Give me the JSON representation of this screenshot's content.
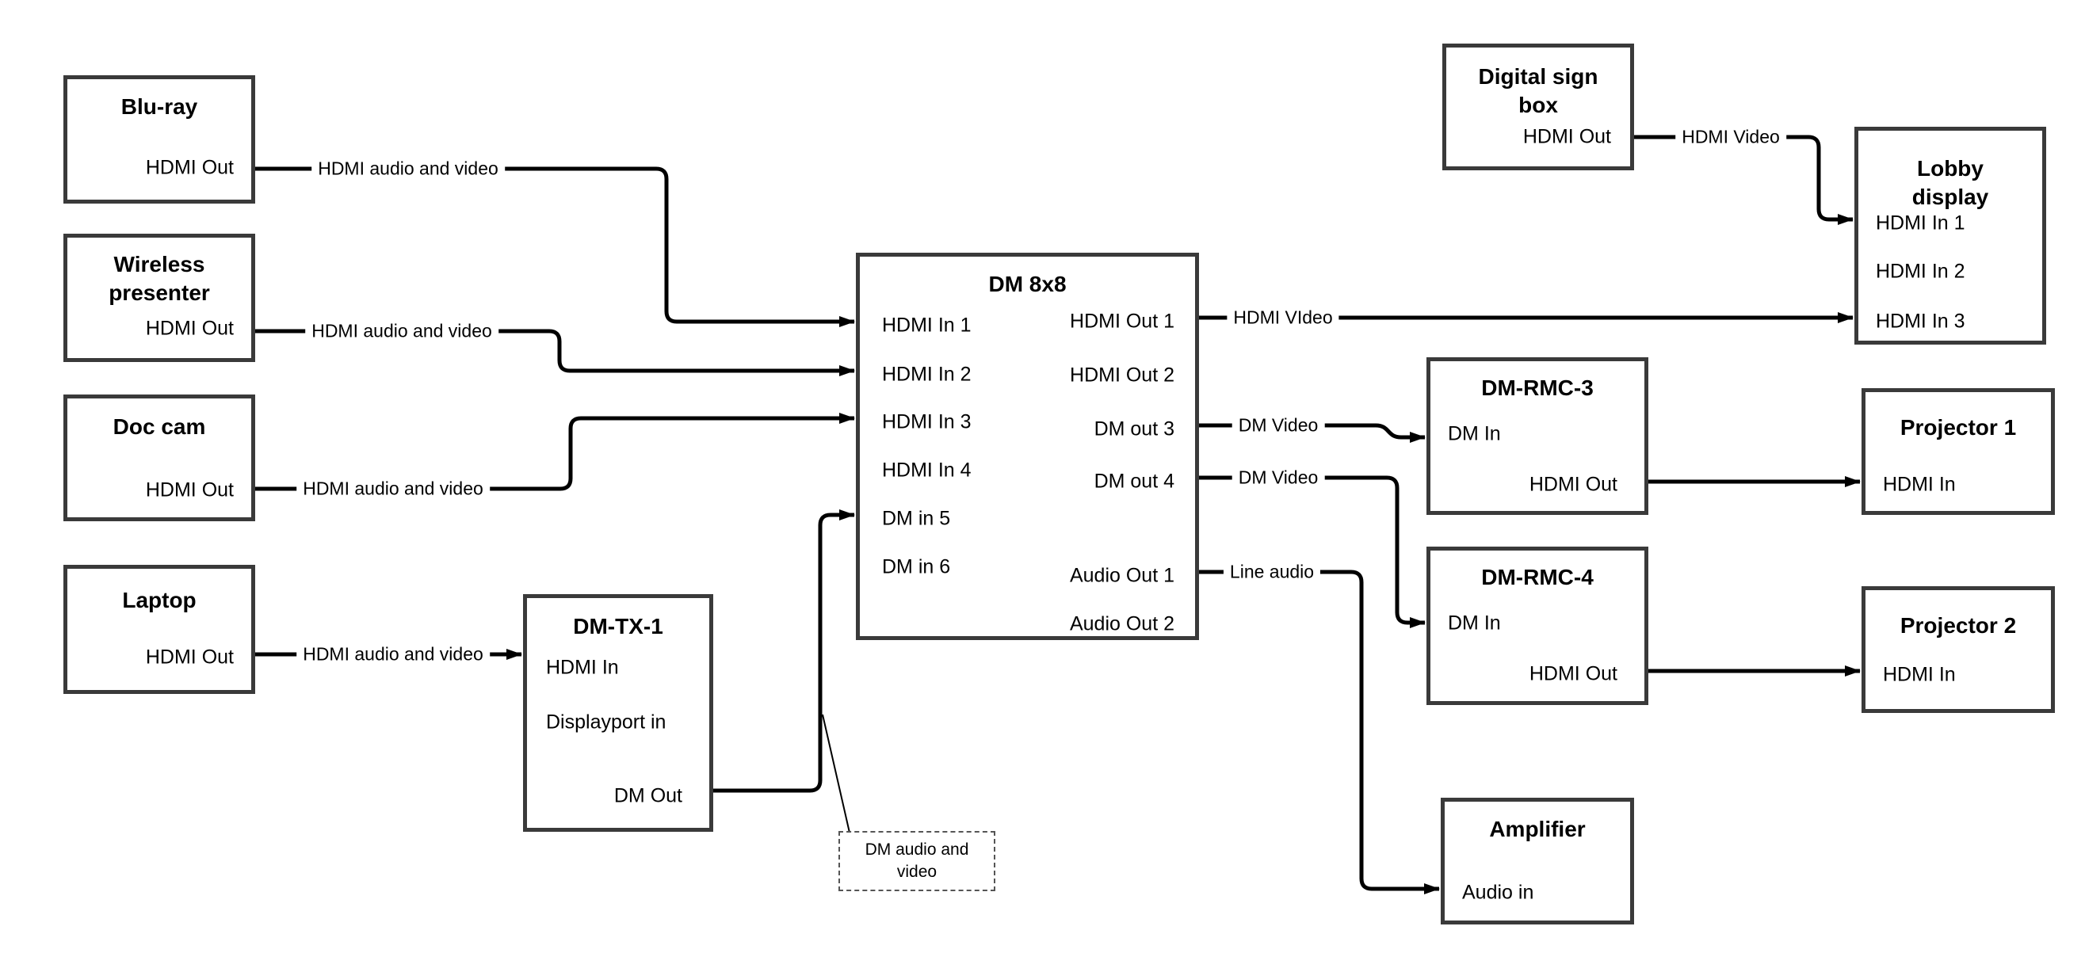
{
  "nodes": {
    "bluray": {
      "title": "Blu-ray",
      "ports": {
        "hdmi_out": "HDMI Out"
      }
    },
    "wireless": {
      "title_line1": "Wireless",
      "title_line2": "presenter",
      "ports": {
        "hdmi_out": "HDMI Out"
      }
    },
    "doccam": {
      "title": "Doc cam",
      "ports": {
        "hdmi_out": "HDMI Out"
      }
    },
    "laptop": {
      "title": "Laptop",
      "ports": {
        "hdmi_out": "HDMI Out"
      }
    },
    "dmtx1": {
      "title": "DM-TX-1",
      "ports": {
        "hdmi_in": "HDMI In",
        "displayport_in": "Displayport in",
        "dm_out": "DM Out"
      }
    },
    "dm8x8": {
      "title": "DM 8x8",
      "ports": {
        "in1": "HDMI In 1",
        "in2": "HDMI In 2",
        "in3": "HDMI In 3",
        "in4": "HDMI In 4",
        "in5": "DM in 5",
        "in6": "DM in 6",
        "out1": "HDMI Out 1",
        "out2": "HDMI Out 2",
        "out3": "DM out 3",
        "out4": "DM out 4",
        "aout1": "Audio Out 1",
        "aout2": "Audio Out 2"
      }
    },
    "digisign": {
      "title_line1": "Digital sign",
      "title_line2": "box",
      "ports": {
        "hdmi_out": "HDMI Out"
      }
    },
    "lobby": {
      "title_line1": "Lobby",
      "title_line2": "display",
      "ports": {
        "in1": "HDMI In 1",
        "in2": "HDMI In 2",
        "in3": "HDMI In 3"
      }
    },
    "rmc3": {
      "title": "DM-RMC-3",
      "ports": {
        "dm_in": "DM In",
        "hdmi_out": "HDMI Out"
      }
    },
    "proj1": {
      "title": "Projector 1",
      "ports": {
        "hdmi_in": "HDMI In"
      }
    },
    "rmc4": {
      "title": "DM-RMC-4",
      "ports": {
        "dm_in": "DM In",
        "hdmi_out": "HDMI Out"
      }
    },
    "proj2": {
      "title": "Projector 2",
      "ports": {
        "hdmi_in": "HDMI In"
      }
    },
    "amp": {
      "title": "Amplifier",
      "ports": {
        "audio_in": "Audio in"
      }
    }
  },
  "edges": {
    "bluray_dm8x8": {
      "from": "Blu-ray HDMI Out",
      "to": "DM 8x8 HDMI In 1",
      "label": "HDMI audio and video"
    },
    "wireless_dm8x8": {
      "from": "Wireless presenter HDMI Out",
      "to": "DM 8x8 HDMI In 2",
      "label": "HDMI audio and video"
    },
    "doccam_dm8x8": {
      "from": "Doc cam HDMI Out",
      "to": "DM 8x8 HDMI In 3",
      "label": "HDMI audio and video"
    },
    "laptop_dmtx1": {
      "from": "Laptop HDMI Out",
      "to": "DM-TX-1 HDMI In",
      "label": "HDMI audio and video"
    },
    "dmtx1_dm8x8": {
      "from": "DM-TX-1 DM Out",
      "to": "DM 8x8 DM in 5",
      "label": ""
    },
    "dm8x8_lobby": {
      "from": "DM 8x8 HDMI Out 1",
      "to": "Lobby display HDMI In 3",
      "label": "HDMI VIdeo"
    },
    "dm8x8_rmc3": {
      "from": "DM 8x8 DM out 3",
      "to": "DM-RMC-3 DM In",
      "label": "DM Video"
    },
    "dm8x8_rmc4": {
      "from": "DM 8x8 DM out 4",
      "to": "DM-RMC-4 DM In",
      "label": "DM Video"
    },
    "dm8x8_amp": {
      "from": "DM 8x8 Audio Out 1",
      "to": "Amplifier Audio in",
      "label": "Line audio"
    },
    "digisign_lobby": {
      "from": "Digital sign box HDMI Out",
      "to": "Lobby display HDMI In 1",
      "label": "HDMI Video"
    },
    "rmc3_proj1": {
      "from": "DM-RMC-3 HDMI Out",
      "to": "Projector 1 HDMI In",
      "label": ""
    },
    "rmc4_proj2": {
      "from": "DM-RMC-4 HDMI Out",
      "to": "Projector 2 HDMI In",
      "label": ""
    }
  },
  "annotation": {
    "line1": "DM audio and",
    "line2": "video"
  },
  "colors": {
    "background": "#ffffff",
    "box_border": "#3a3a3a",
    "line": "#000000",
    "text": "#000000"
  }
}
